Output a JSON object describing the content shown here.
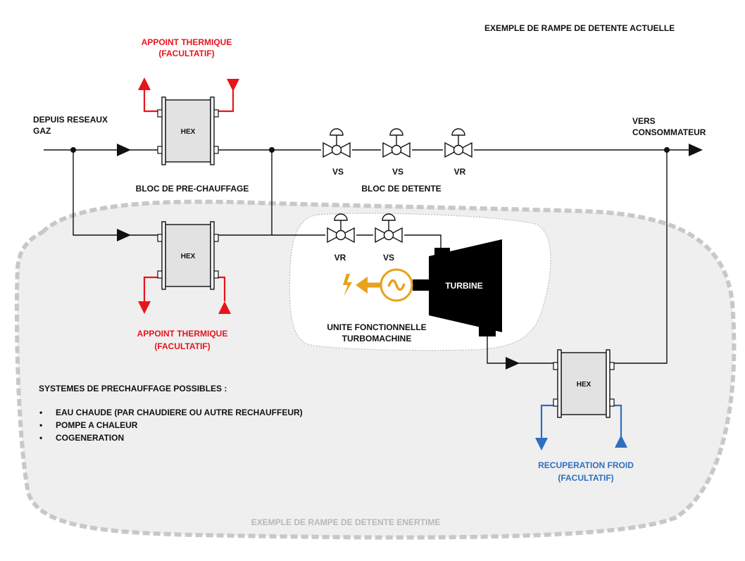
{
  "titles": {
    "current": "EXEMPLE DE RAMPE DE DETENTE ACTUELLE",
    "enertime": "EXEMPLE DE RAMPE DE DETENTE ENERTIME"
  },
  "labels": {
    "inlet_line1": "DEPUIS RESEAUX",
    "inlet_line2": "GAZ",
    "outlet_line1": "VERS",
    "outlet_line2": "CONSOMMATEUR",
    "bloc_prechauffage": "BLOC DE PRE-CHAUFFAGE",
    "bloc_detente": "BLOC DE DETENTE",
    "turbine": "TURBINE",
    "unite_line1": "UNITE FONCTIONNELLE",
    "unite_line2": "TURBOMACHINE",
    "hex_top": "HEX",
    "hex_mid": "HEX",
    "hex_right": "HEX"
  },
  "appoint_top": {
    "line1": "APPOINT THERMIQUE",
    "line2": "(FACULTATIF)"
  },
  "appoint_bottom": {
    "line1": "APPOINT THERMIQUE",
    "line2": "(FACULTATIF)"
  },
  "recuperation": {
    "line1": "RECUPERATION FROID",
    "line2": "(FACULTATIF)"
  },
  "valves": {
    "top": [
      "VS",
      "VS",
      "VR"
    ],
    "bottom": [
      "VR",
      "VS"
    ]
  },
  "systems": {
    "heading": "SYSTEMES DE PRECHAUFFAGE POSSIBLES :",
    "bullet": "•",
    "items": [
      "EAU CHAUDE (PAR CHAUDIERE OU AUTRE RECHAUFFEUR)",
      "POMPE A CHALEUR",
      "COGENERATION"
    ]
  },
  "colors": {
    "hot": "#e8141c",
    "cold": "#2f6fc0",
    "generator": "#e8a21b",
    "zone_fill": "#efefef",
    "zone_border": "#c8c8c8",
    "hex_fill": "#e2e2e2"
  },
  "icons": {
    "generator": "alternator-tilde-icon",
    "electricity": "lightning-bolt-icon"
  }
}
